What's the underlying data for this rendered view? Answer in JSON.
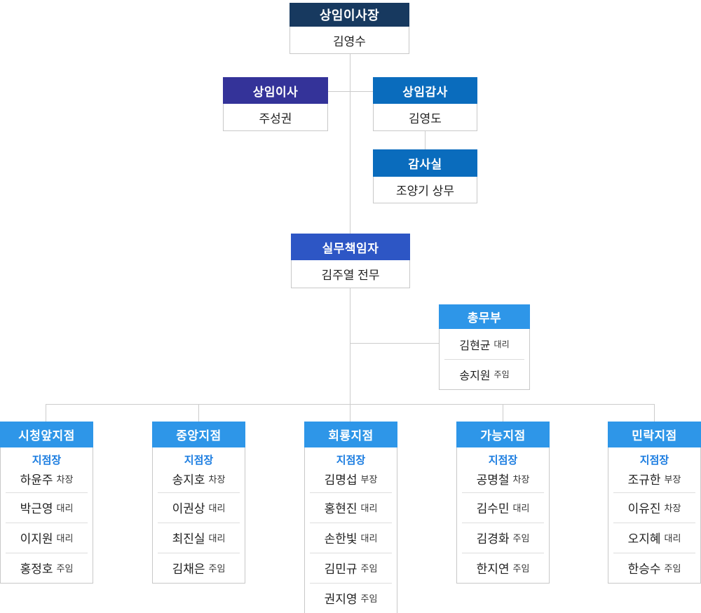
{
  "colors": {
    "chairman_header": "#17395f",
    "director_header": "#343399",
    "auditor_header": "#0a6cbd",
    "executive_header": "#2d56c5",
    "department_header": "#2e96e8",
    "manager_label_text": "#1a7ce0",
    "connector_line": "#cccccc"
  },
  "org": {
    "chairman": {
      "title": "상임이사장",
      "name": "김영수"
    },
    "director": {
      "title": "상임이사",
      "name": "주성권"
    },
    "auditor": {
      "title": "상임감사",
      "name": "김영도"
    },
    "audit_office": {
      "title": "감사실",
      "name": "조양기 상무"
    },
    "executive": {
      "title": "실무책임자",
      "name": "김주열 전무"
    },
    "general_affairs": {
      "title": "총무부",
      "members": [
        {
          "name": "김현균",
          "title": "대리"
        },
        {
          "name": "송지원",
          "title": "주임"
        }
      ]
    },
    "branches": [
      {
        "title": "시청앞지점",
        "manager_label": "지점장",
        "manager": {
          "name": "하윤주",
          "title": "차장"
        },
        "members": [
          {
            "name": "박근영",
            "title": "대리"
          },
          {
            "name": "이지원",
            "title": "대리"
          },
          {
            "name": "홍정호",
            "title": "주임"
          }
        ]
      },
      {
        "title": "중앙지점",
        "manager_label": "지점장",
        "manager": {
          "name": "송지호",
          "title": "차장"
        },
        "members": [
          {
            "name": "이권상",
            "title": "대리"
          },
          {
            "name": "최진실",
            "title": "대리"
          },
          {
            "name": "김채은",
            "title": "주임"
          }
        ]
      },
      {
        "title": "회룡지점",
        "manager_label": "지점장",
        "manager": {
          "name": "김명섭",
          "title": "부장"
        },
        "members": [
          {
            "name": "홍현진",
            "title": "대리"
          },
          {
            "name": "손한빛",
            "title": "대리"
          },
          {
            "name": "김민규",
            "title": "주임"
          },
          {
            "name": "권지영",
            "title": "주임"
          }
        ]
      },
      {
        "title": "가능지점",
        "manager_label": "지점장",
        "manager": {
          "name": "공명철",
          "title": "차장"
        },
        "members": [
          {
            "name": "김수민",
            "title": "대리"
          },
          {
            "name": "김경화",
            "title": "주임"
          },
          {
            "name": "한지연",
            "title": "주임"
          }
        ]
      },
      {
        "title": "민락지점",
        "manager_label": "지점장",
        "manager": {
          "name": "조규한",
          "title": "부장"
        },
        "members": [
          {
            "name": "이유진",
            "title": "차장"
          },
          {
            "name": "오지혜",
            "title": "대리"
          },
          {
            "name": "한승수",
            "title": "주임"
          }
        ]
      }
    ]
  }
}
